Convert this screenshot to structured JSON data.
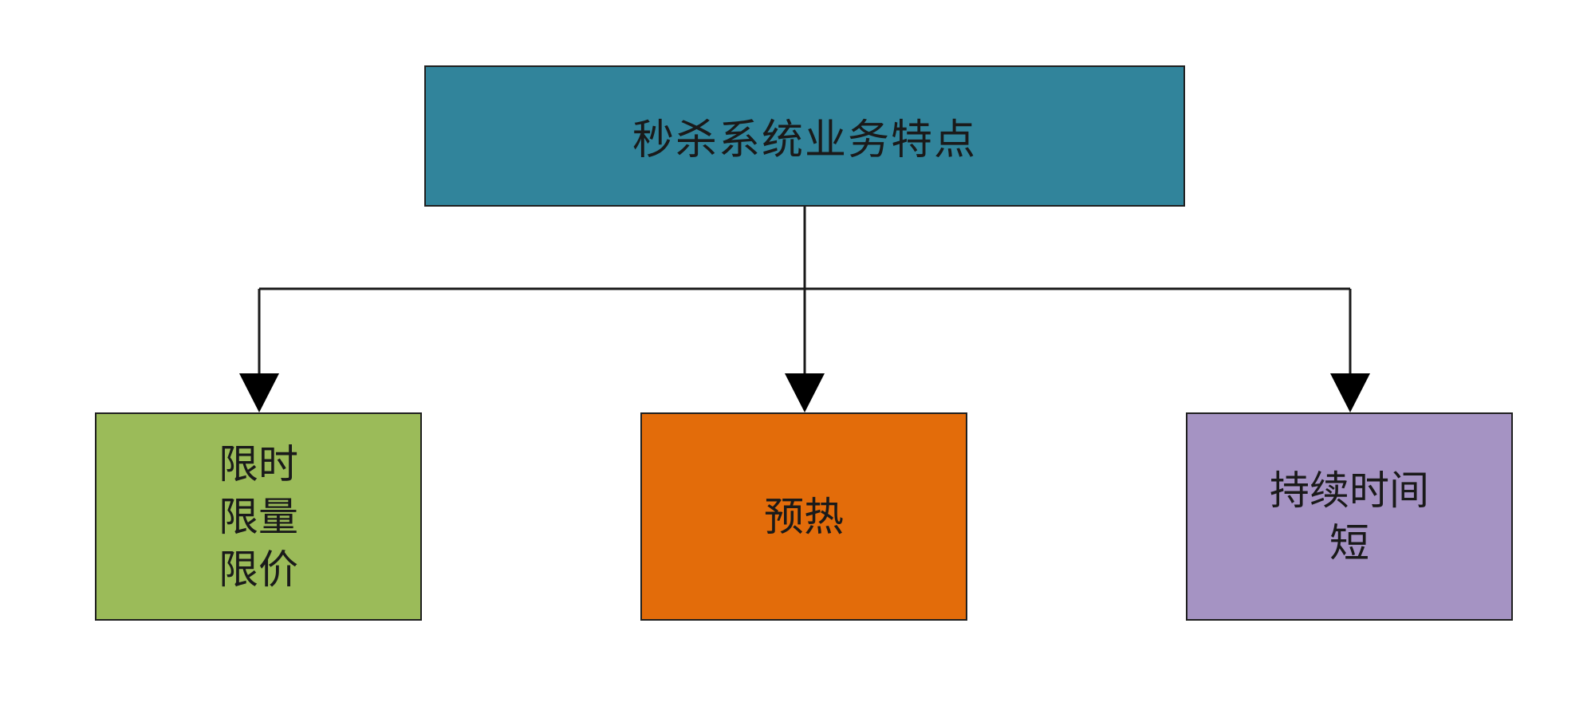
{
  "diagram": {
    "root": {
      "label": "秒杀系统业务特点",
      "color": "#31849b"
    },
    "children": [
      {
        "lines": [
          "限时",
          "限量",
          "限价"
        ],
        "color": "#9bbb59"
      },
      {
        "lines": [
          "预热"
        ],
        "color": "#e36c0a"
      },
      {
        "lines": [
          "持续时间",
          "短"
        ],
        "color": "#a593c3"
      }
    ],
    "connector_color": "#1a1a1a"
  }
}
